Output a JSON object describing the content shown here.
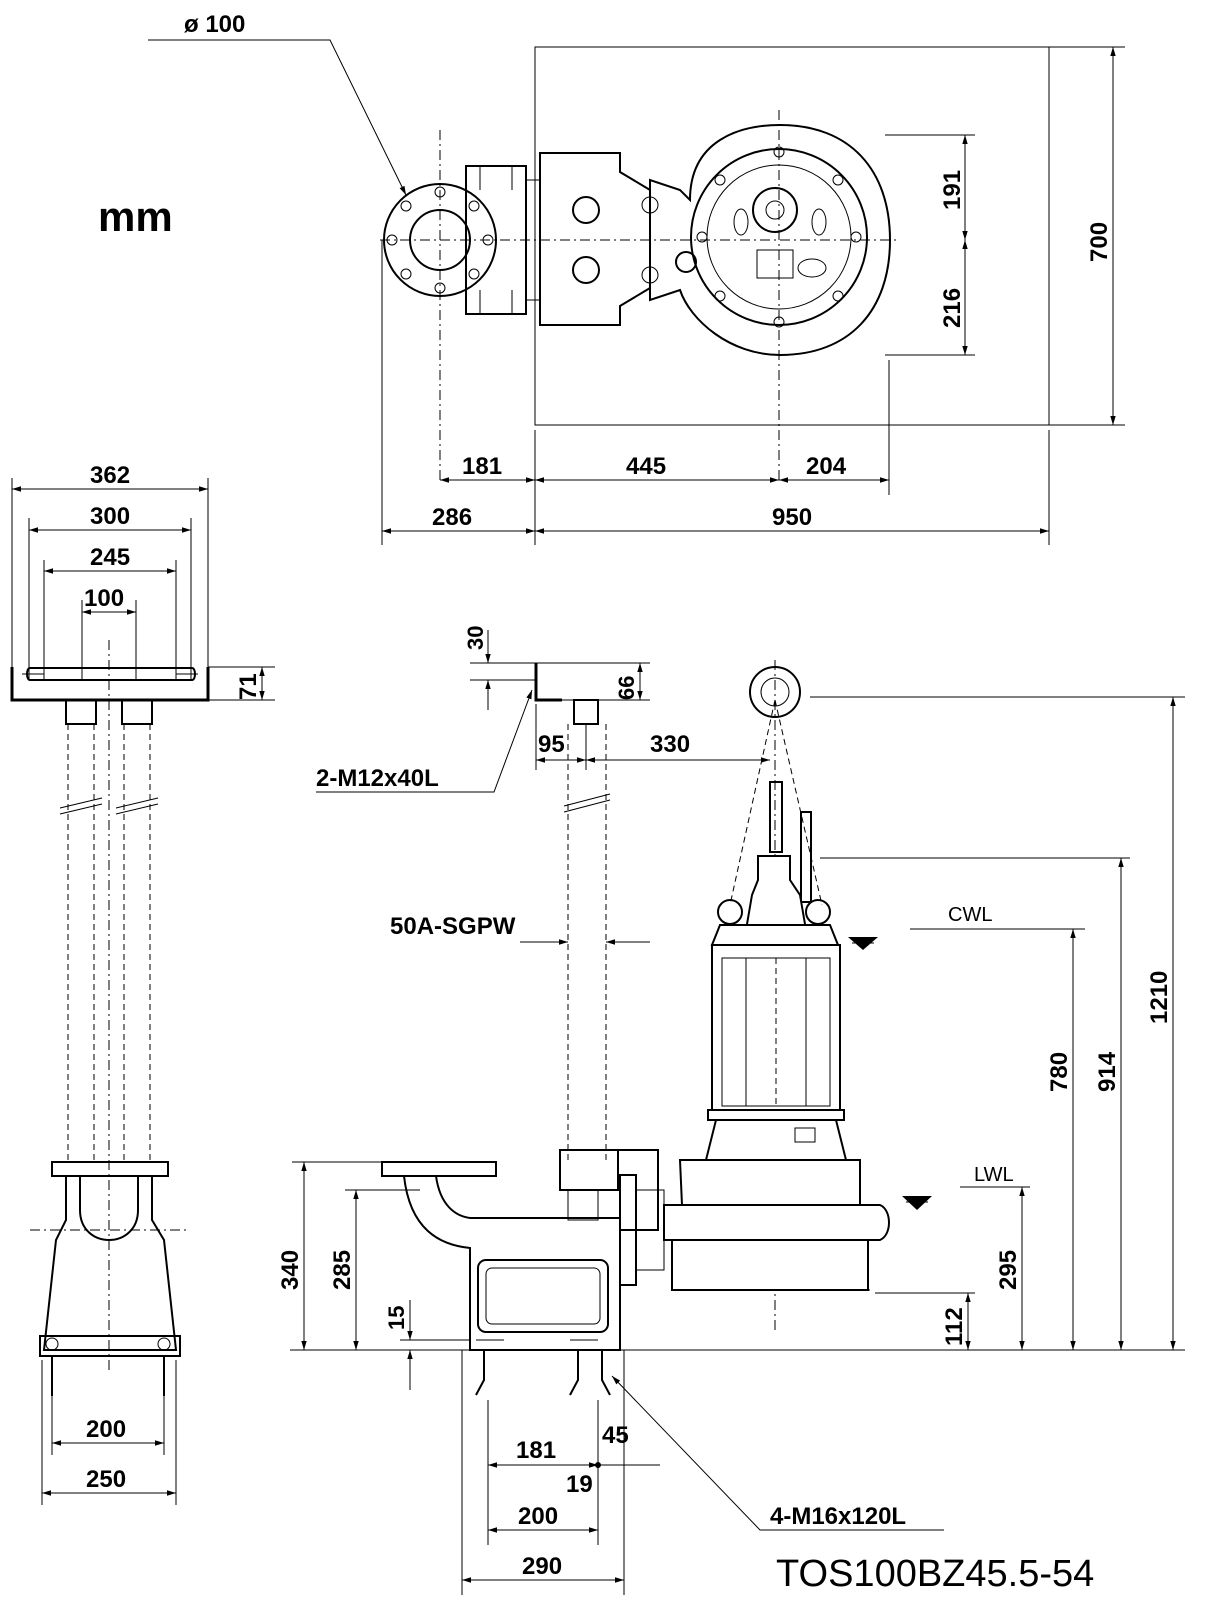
{
  "unit": "mm",
  "model": "TOS100BZ45.5-54",
  "top_view": {
    "flange_callout": "ø 100",
    "dims": {
      "d191": "191",
      "d216": "216",
      "d700": "700",
      "d181": "181",
      "d445": "445",
      "d204": "204",
      "d286": "286",
      "d950": "950"
    }
  },
  "side_view": {
    "dims": {
      "d362": "362",
      "d300": "300",
      "d245": "245",
      "d100": "100",
      "d71": "71",
      "d200": "200",
      "d250": "250"
    }
  },
  "front_view": {
    "callouts": {
      "bolt_top": "2-M12x40L",
      "pipe": "50A-SGPW",
      "anchor": "4-M16x120L"
    },
    "water_levels": {
      "cwl": "CWL",
      "lwl": "LWL"
    },
    "dims": {
      "d30": "30",
      "d66": "66",
      "d95": "95",
      "d330": "330",
      "d1210": "1210",
      "d914": "914",
      "d780": "780",
      "d295": "295",
      "d112": "112",
      "d340": "340",
      "d285": "285",
      "d15": "15",
      "d181": "181",
      "d45": "45",
      "d19": "19",
      "d200": "200",
      "d290": "290"
    }
  }
}
